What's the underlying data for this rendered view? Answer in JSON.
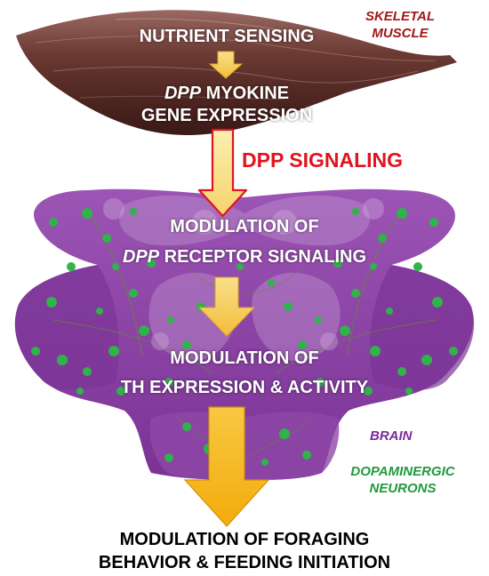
{
  "muscle": {
    "line1": "NUTRIENT SENSING",
    "line2_italic": "DPP",
    "line2_rest": " MYOKINE",
    "line3": "GENE EXPRESSION",
    "tag_line1": "SKELETAL",
    "tag_line2": "MUSCLE"
  },
  "signal": {
    "label": "DPP SIGNALING"
  },
  "brain": {
    "step1_line1": "MODULATION OF",
    "step1_line2_italic": "DPP",
    "step1_line2_rest": " RECEPTOR SIGNALING",
    "step2_line1": "MODULATION OF",
    "step2_line2": "TH EXPRESSION & ACTIVITY",
    "tag": "BRAIN",
    "neurons_line1": "DOPAMINERGIC",
    "neurons_line2": "NEURONS"
  },
  "outcome": {
    "line1": "MODULATION OF FORAGING",
    "line2": "BEHAVIOR & FEEDING INITIATION"
  },
  "colors": {
    "muscle": "#6b3a33",
    "muscle_tag": "#a01818",
    "signal_red": "#e0141e",
    "brain_purple": "#8a3fa3",
    "neuron_green": "#2fb34a",
    "arrow_yellow": "#f6c542"
  }
}
